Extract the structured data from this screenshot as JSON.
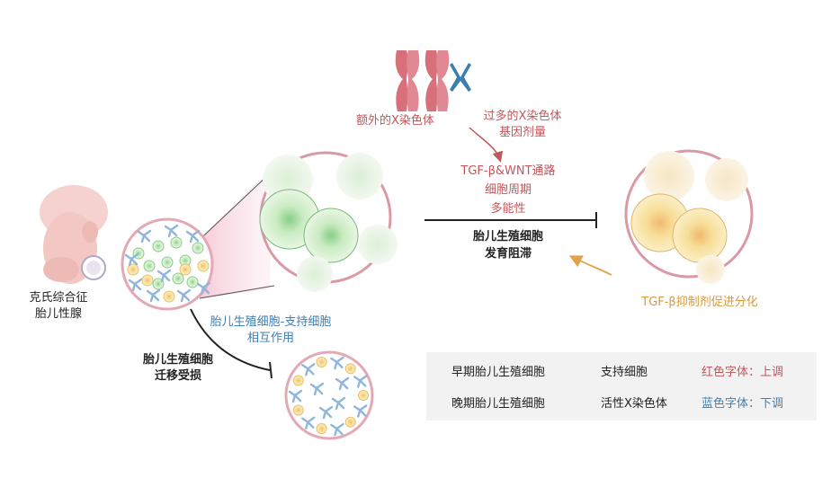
{
  "labels": {
    "extra_x": "额外的X染色体",
    "dosage_line1": "过多的X染色体",
    "dosage_line2": "基因剂量",
    "pathway_line1": "TGF-β&WNT通路",
    "pathway_line2": "细胞周期",
    "pathway_line3": "多能性",
    "arrest_line1": "胎儿生殖细胞",
    "arrest_line2": "发育阻滞",
    "gonad_line1": "克氏综合征",
    "gonad_line2": "胎儿性腺",
    "interaction_line1": "胎儿生殖细胞-支持细胞",
    "interaction_line2": "相互作用",
    "migration_line1": "胎儿生殖细胞",
    "migration_line2": "迁移受损",
    "tgf_inhibitor": "TGF-β抑制剂促进分化"
  },
  "legend": {
    "early": "早期胎儿生殖细胞",
    "late": "晚期胎儿生殖细胞",
    "sertoli": "支持细胞",
    "active_x": "活性X染色体",
    "red_note": "红色字体：上调",
    "blue_note": "蓝色字体：下调"
  },
  "colors": {
    "upregulated": "#c0575b",
    "downregulated": "#3f7fb3",
    "early_cell": "#9fd49a",
    "late_cell": "#f4d97c",
    "chromosome": "#d8707c",
    "small_chromosome": "#3a7fb0",
    "inhibitor_arrow": "#e0a34a"
  }
}
